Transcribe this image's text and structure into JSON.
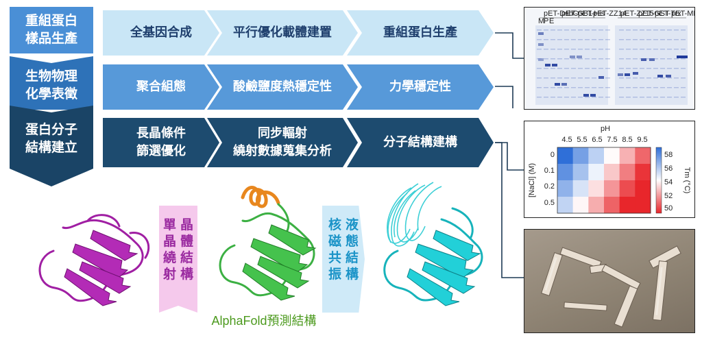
{
  "stages": [
    {
      "line1": "重組蛋白",
      "line2": "樣品生產"
    },
    {
      "line1": "生物物理",
      "line2": "化學表徵"
    },
    {
      "line1": "蛋白分子",
      "line2": "結構建立"
    }
  ],
  "row1": [
    "全基因合成",
    "平行優化載體建置",
    "重組蛋白生產"
  ],
  "row2": [
    "聚合組態",
    "酸鹼鹽度熱穩定性",
    "力學穩定性"
  ],
  "row3": [
    {
      "line1": "長晶條件",
      "line2": "篩選優化"
    },
    {
      "line1": "同步輻射",
      "line2": "繞射數據蒐集分析"
    },
    {
      "line1": "分子結構建構",
      "line2": ""
    }
  ],
  "xtal_tag": {
    "col1": [
      "晶",
      "體",
      "結",
      "構"
    ],
    "col2": [
      "單",
      "晶",
      "繞",
      "射"
    ]
  },
  "nmr_tag": {
    "col1": [
      "液",
      "態",
      "結",
      "構"
    ],
    "col2": [
      "核",
      "磁",
      "共",
      "振"
    ]
  },
  "alphafold_caption": "AlphaFold預測結構",
  "gel": {
    "left_lanes": [
      "pET-DsbC",
      "pET-GB1",
      "pET-His",
      "pET-ZZ14"
    ],
    "right_lanes": [
      "pET-ZZ15",
      "pET-GST",
      "pET-Trx",
      "pET-MBP"
    ],
    "lane_codes": [
      "M",
      "P",
      "E"
    ]
  },
  "heatmap": {
    "title": "pH",
    "x_ticks": [
      "4.5",
      "5.5",
      "6.5",
      "7.5",
      "8.5",
      "9.5"
    ],
    "y_label": "[NaCl] (M)",
    "y_ticks": [
      "0",
      "0.1",
      "0.2",
      "0.5"
    ],
    "colorbar_label": "Tm (°C)",
    "colorbar_ticks": [
      "58",
      "56",
      "54",
      "52",
      "50"
    ]
  },
  "colors": {
    "row1": "#c9e6f6",
    "row2": "#5799d9",
    "row3": "#1d4b6f",
    "stage1": "#4a8fd6",
    "stage2": "#2e72b8",
    "stage3": "#1a4466",
    "purple": "#a01fa3",
    "green": "#3cb043",
    "cyan": "#1cc7cf",
    "orange": "#e8871e",
    "tag_pink": "#f5c9ec",
    "tag_blue": "#cfeaf8",
    "caption": "#4c9a1e"
  }
}
